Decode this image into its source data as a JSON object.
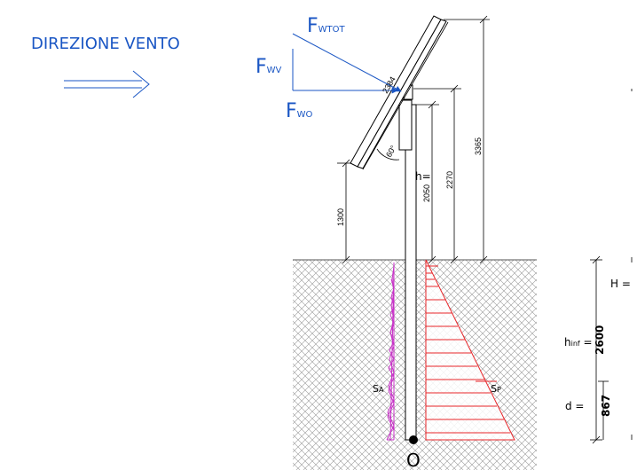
{
  "colors": {
    "wind": "#1a56c4",
    "active_pressure": "#c832c8",
    "passive_pressure": "#e8262a",
    "ground_hatch": "#9a9a9a",
    "structure": "#000000"
  },
  "wind": {
    "direction_label": "DIREZIONE VENTO",
    "arrow_icon": "double-arrow-right-icon"
  },
  "forces": {
    "total_main": "F",
    "total_sub": "WTOT",
    "vertical_main": "F",
    "vertical_sub": "WV",
    "horizontal_main": "F",
    "horizontal_sub": "WO"
  },
  "dimensions": {
    "panel_length": "2384",
    "tilt_angle": "60°",
    "lower_clearance": "1300",
    "post_height": "2050",
    "pivot_height": "2270",
    "total_height": "3365",
    "h_label": "h=",
    "H_label": "H =",
    "h_inf_main": "h",
    "h_inf_sub": "inf",
    "h_inf_eq": " =",
    "embed_depth": "2600",
    "d_label": "d =",
    "d_value": "867"
  },
  "pressures": {
    "active_main": "S",
    "active_sub": "A",
    "passive_main": "S",
    "passive_sub": "P"
  },
  "pivot_label": "O"
}
